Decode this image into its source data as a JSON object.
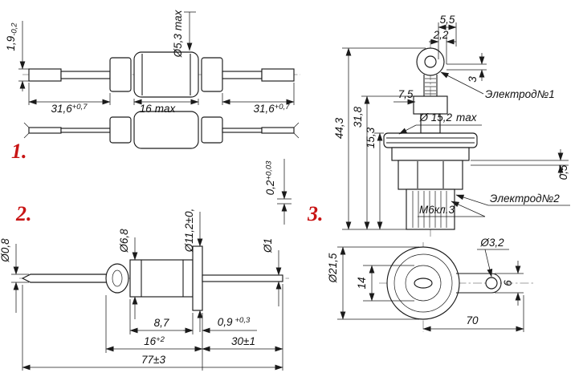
{
  "figure1": {
    "label": "1.",
    "lead_thickness": {
      "v": "1,9",
      "tol": "-0,2"
    },
    "body_dia": {
      "v": "Ø5,3",
      "suffix": "max"
    },
    "lead_left_len": {
      "v": "31,6",
      "tol": "+0,7"
    },
    "body_len": {
      "v": "16",
      "suffix": "max"
    },
    "lead_right_len": {
      "v": "31,6",
      "tol": "+0,7"
    }
  },
  "figure2": {
    "label": "2.",
    "lead_dia_left": "Ø0,8",
    "body_dia": "Ø6,8",
    "flange_dia": "Ø11,2±0,",
    "lead_dia_right": "Ø1",
    "flange_step": {
      "v": "0,2",
      "tol": "+0,03"
    },
    "body_len": "8,7",
    "flange_thickness": {
      "v": "0,9",
      "tol": "+0,3"
    },
    "body_section_len": {
      "v": "16",
      "tol": "+2"
    },
    "lead_right_len": "30±1",
    "total_len": "77±3"
  },
  "figure3": {
    "label": "3.",
    "terminal_width": "5,5",
    "terminal_hole": "2,2",
    "terminal_thickness": "3",
    "neck_dia": "7,5",
    "total_height": "44,3",
    "mid_height": "31,8",
    "flange_height": "15,3",
    "flange_dia": {
      "v": "Ø 15,2",
      "suffix": "max"
    },
    "lip": "0,5",
    "electrode1": "Электрод№1",
    "electrode2": "Электрод№2",
    "thread": "М6кл.3",
    "top": {
      "outer_dia": "Ø21,5",
      "hex_width": "14",
      "hole_dia": "Ø3,2",
      "tab_width": "6",
      "tab_len": "70"
    }
  }
}
